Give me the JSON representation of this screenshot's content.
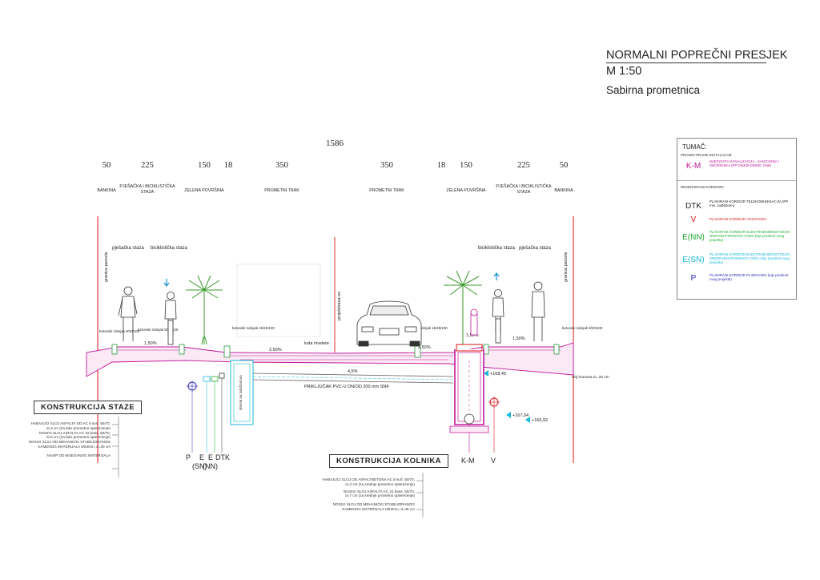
{
  "title": "NORMALNI POPREČNI PRESJEK",
  "scale": "M 1:50",
  "subtitle": "Sabirna prometnica",
  "total_width": "1586",
  "dimensions": [
    "50",
    "225",
    "150",
    "18",
    "350",
    "350",
    "18",
    "150",
    "225",
    "50"
  ],
  "zones": {
    "bankina_left": "BANKINA",
    "staza_left": "PJEŠAČKA I BICIKLISTIČKA STAZA",
    "zelena_left": "ZELENA POVRŠINA",
    "trak_left": "PROMETNI TRAK",
    "trak_right": "PROMETNI TRAK",
    "zelena_right": "ZELENA POVRŠINA",
    "staza_right": "PJEŠAČKA I BICIKLISTIČKA STAZA",
    "bankina_right": "BANKINA"
  },
  "labels": {
    "granica_left": "granica parcele",
    "granica_right": "granica parcele",
    "pjesacka_left": "pješačka staza",
    "bicikl_left": "biciklistička staza",
    "bicikl_right": "biciklistička staza",
    "pjesacka_right": "pješačka staza",
    "os": "projektirana os",
    "kota": "kota nivelete",
    "rubnjak_1": "betonski rubnjak 8/20/100",
    "rubnjak_2": "betonski rubnjak 8/20/100",
    "rubnjak_3": "betonski rubnjak 15/25/100",
    "rubnjak_4": "betonski rubnjak 15/25/100",
    "rubnjak_5": "betonski rubnjak 8/20/100",
    "slope_1": "1,50%",
    "slope_2": "2,50%",
    "slope_3": "2,50%",
    "slope_4": "1,50%",
    "slope_5": "1,50%",
    "pipe": "PRIKLJUČAK PVC-U DN/OD 200 mm SN4",
    "pipe_slope": "4,5%",
    "elev_1": "+168,45",
    "elev_2": "+167,04",
    "elev_3": "+166,92",
    "humus": "sloj humusa d= 20 cm",
    "slivnik": "slivnik sa taložnicom",
    "konstrukcija_staze": "KONSTRUKCIJA STAZE",
    "konstrukcija_kolnika": "KONSTRUKCIJA KOLNIKA",
    "km": "K-M",
    "v": "V"
  },
  "corridor_labels": {
    "p": "P",
    "e_sn": "E",
    "sn": "(SN)",
    "e_nn": "E",
    "nn": "(NN)",
    "dtk": "DTK"
  },
  "staze_layers": [
    "HABAJUĆI SLOJ ASFALTA OD AC 8 surf. 50/70,",
    "d=3 cm (za lako prometno opterećenje)",
    "NOSIVI SLOJ ASFALTA AC 22 base, 50/70,",
    "d=5 cm (za lako prometno opterećenje)",
    "NOSIVI SLOJ OD MEHANIČKI STABILIZIRANOG",
    "KAMENOG MATERIJALA 0/63mm, d=30 cm",
    "NASIP OD MIJEŠANOG MATERIJALA"
  ],
  "kolnik_layers": [
    "HABAJUĆI SLOJ OD ASFALTBETONA AC 8 surf. 50/70,",
    "d=4 cm (za srednje prometno opterećenje)",
    "NOSIVI SLOJ ASFALTA AC 22 base, 50/70,",
    "d=7 cm (za srednje prometno opterećenje)",
    "NOSIVI SLOJ OD MEHANIČKI STABILIZIRANOG",
    "KAMENOG MATERIJALA 0/63mm, d=45 cm"
  ],
  "legend": {
    "title": "TUMAČ:",
    "section_1": "PROJEKTIRANE INSTALACIJE",
    "section_2": "REZERVIRANI KORIDORI",
    "items": [
      {
        "code": "K-M",
        "desc": "MJEŠOVITA KANALIZACIJA - SANITARNA I OBORINSKA (PP DN300-DN500, SN8)",
        "color": "#c2189a"
      },
      {
        "code": "DTK",
        "desc": "PLANIRANI KORIDOR TELEKOMUNIKACIJA (PP min. 2xØ50mm)",
        "color": "#222222"
      },
      {
        "code": "V",
        "desc": "PLANIRANI KORIDOR VODOVODA",
        "color": "#d81b1b"
      },
      {
        "code": "E(NN)",
        "desc": "PLANIRANI KORIDOR ELEKTROENERGETSKOG NISKONAPONSKOG VODA (nije predmet ovog projekta)",
        "color": "#1faa2e"
      },
      {
        "code": "E(SN)",
        "desc": "PLANIRANI KORIDOR ELEKTROENERGETSKOG SREDNJENAPONSKOG VODA (nije predmet ovog projekta)",
        "color": "#19b8d8"
      },
      {
        "code": "P",
        "desc": "PLANIRANI KORIDOR PLINOVODA (nije predmet ovog projekta)",
        "color": "#2a2ab8"
      }
    ]
  }
}
